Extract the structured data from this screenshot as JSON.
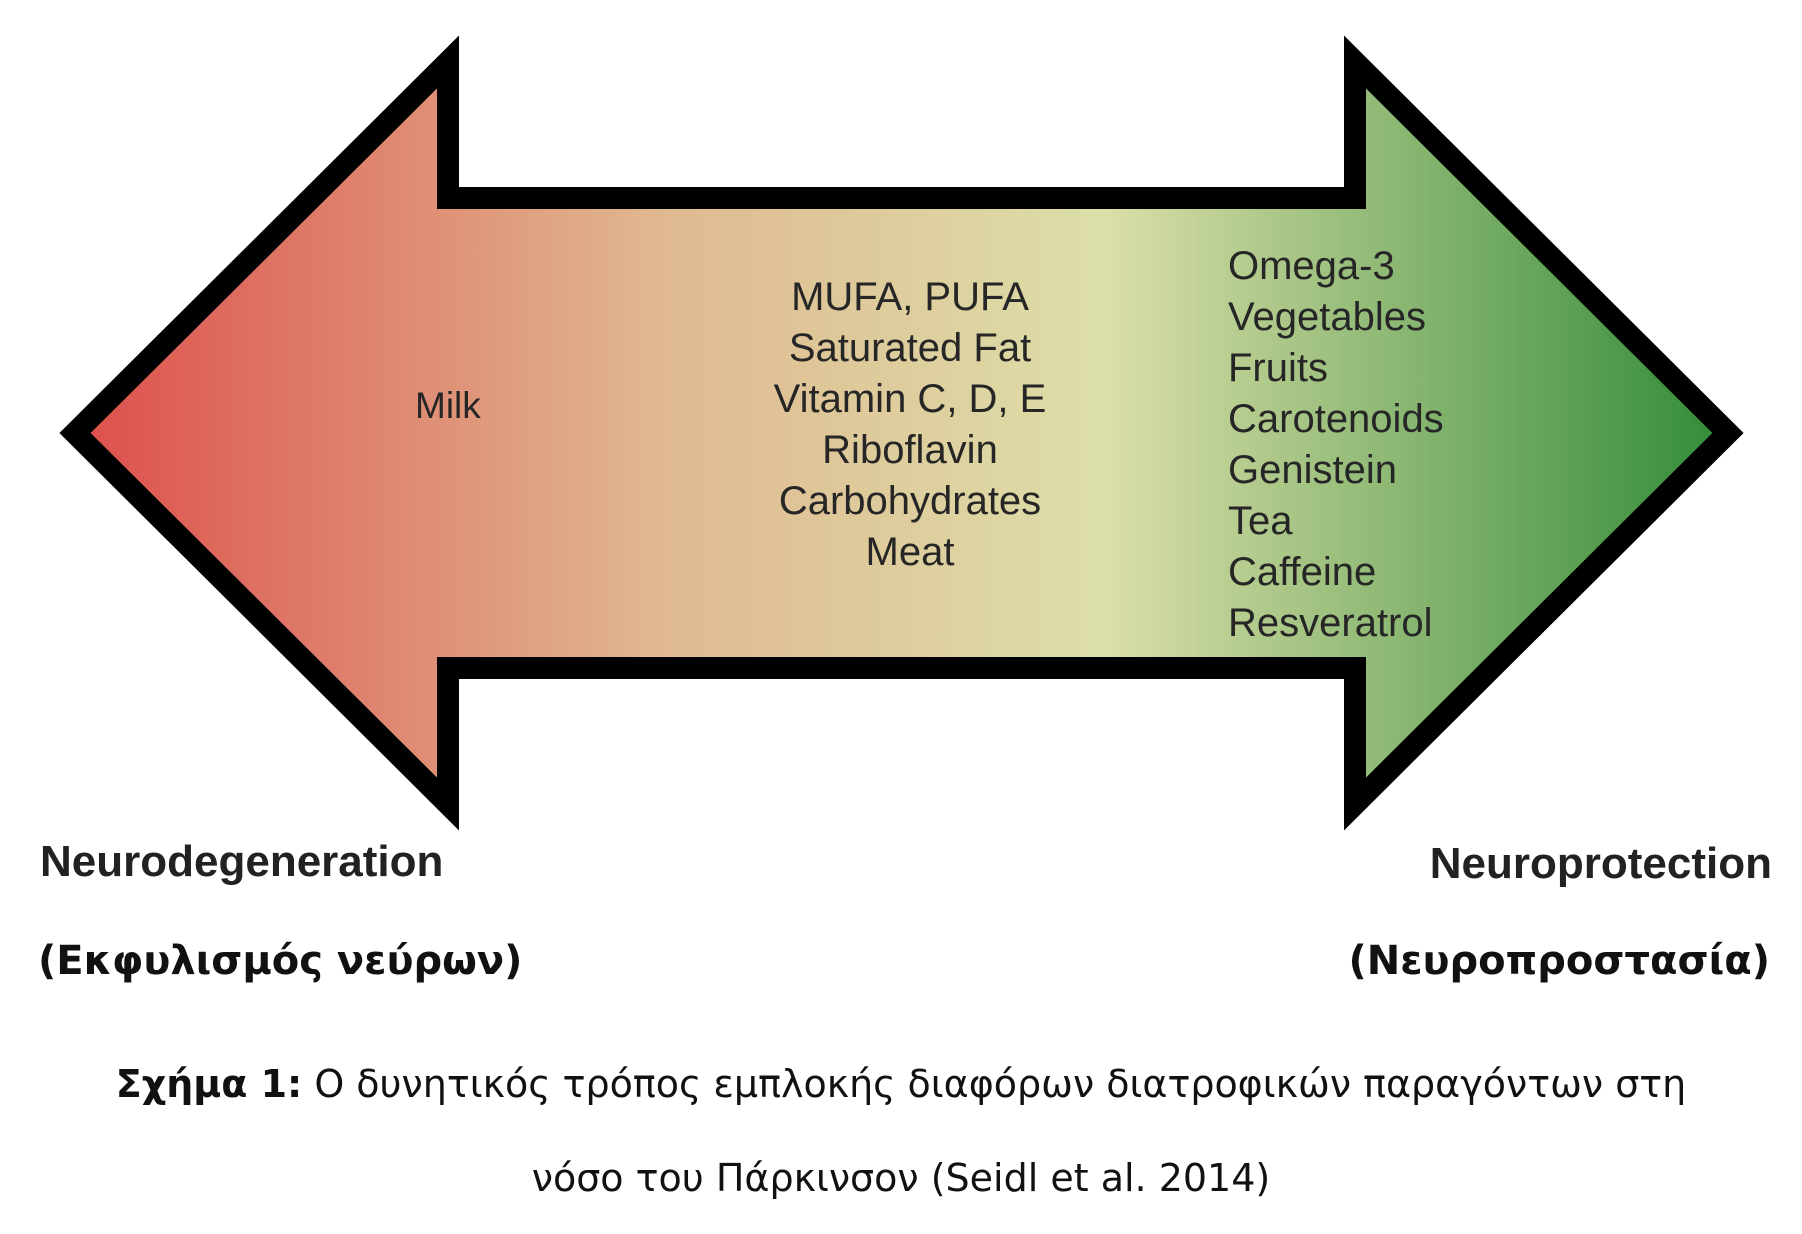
{
  "diagram": {
    "colors": {
      "left": "#dd4f4c",
      "mid_left": "#e0b890",
      "mid": "#dcdfa8",
      "right": "#2f8a36",
      "outline": "#000000"
    },
    "left_pole": {
      "en": "Neurodegeneration",
      "gr": "(Εκφυλισμός νεύρων)"
    },
    "right_pole": {
      "en": "Neuroprotection",
      "gr": "(Νευροπροστασία)"
    },
    "groups": {
      "negative": [
        "Milk"
      ],
      "neutral": [
        "MUFA, PUFA",
        "Saturated Fat",
        "Vitamin C, D, E",
        "Riboflavin",
        "Carbohydrates",
        "Meat"
      ],
      "protective": [
        "Omega-3",
        "Vegetables",
        "Fruits",
        "Carotenoids",
        "Genistein",
        "Tea",
        "Caffeine",
        "Resveratrol"
      ]
    }
  },
  "caption": {
    "label": "Σχήμα 1:",
    "line1": "Ο δυνητικός τρόπος εμπλοκής διαφόρων διατροφικών παραγόντων στη",
    "line2": "νόσο του Πάρκινσον (Seidl et al. 2014)"
  }
}
